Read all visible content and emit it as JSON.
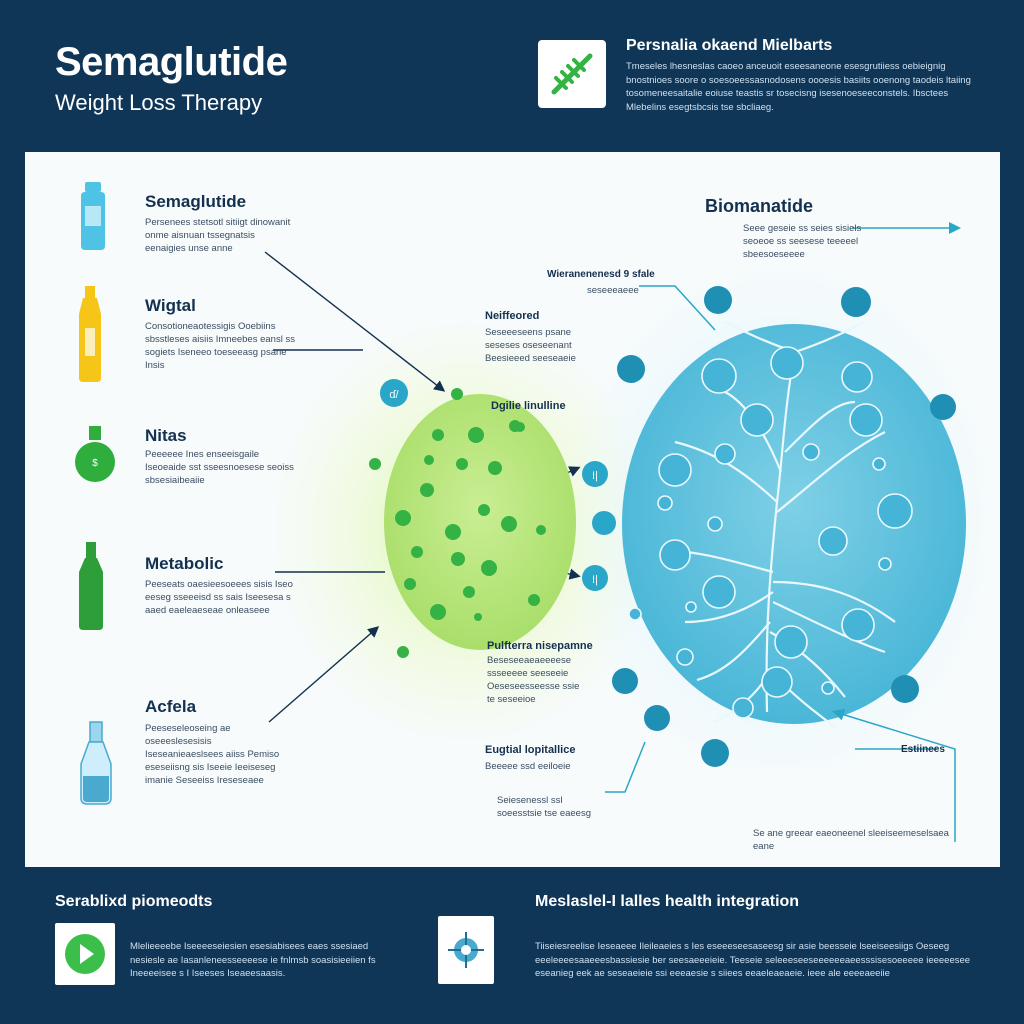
{
  "header": {
    "title": "Semaglutide",
    "subtitle": "Weight Loss Therapy",
    "info_title": "Persnalia okaend Mielbarts",
    "info_text": "Tmeseles lhesneslas caoeo anceuoit eseesaneone esesgrutiiess oebieignig bnostnioes soore o soesoeessasnodosens oooesis basiits ooenong taodeis ltaiing tosomeneesaitalie eoiuse teastis sr tosecisng isesenoeseeconstels. Ibsctees Mlebelins esegtsbcsis tse sbcliaeg."
  },
  "panel": {
    "left_items": [
      {
        "label": "Semaglutide",
        "text": "Persenees stetsotl sitiigt dinowanit onme aisnuan tssegnatsis eenaigies unse anne"
      },
      {
        "label": "Wigtal",
        "text": "Consotioneaotessigis Ooebiins sbsstleses aisiis Imneebes eansl ss sogiets Iseneeo toeseeasg psane Insis"
      },
      {
        "label": "Nitas",
        "text": "Peeeeee Ines enseeisgaile Iseoeaide sst sseesnoesese seoiss sbsesiaibeaiie"
      },
      {
        "label": "Metabolic",
        "text": "Peeseats oaesieesoeees sisis Iseo eeseg sseeeisd ss sais Iseesesa s aaed eaeleaeseae onleaseee"
      },
      {
        "label": "Acfela",
        "text": "Peeseseleoseing ae oseeeslesesisis Iseseanieaeslsees aiiss Pemiso eseseiisng sis Iseeie Ieeiseseg imanie Seseeiss Ireseseaee"
      }
    ],
    "center_top_label": "Neiffeored",
    "center_top_text": "Seseeeseens psane seseses oseseenant Beesieeed seeseaeie",
    "center_right_label": "Dgilie linulline",
    "center_bottom_label": "Pulfterra nisepamne",
    "center_bottom_text": "Beseseeaeaeeeese ssseeeee seeseeie Oeseseesseesse ssie te seseeioe",
    "center_lower_label": "Eugtial lopitallice",
    "center_lower_text": "Beeeee ssd eeiloeie",
    "center_foot_text": "Seiesenessl ssl soeesstsie tse eaeesg",
    "mid_label": "Wieranenenesd 9 sfale",
    "mid_sub": "seseeeaeee",
    "right_title": "Biomanatide",
    "right_text": "Seee geseie ss seies sisiels seoeoe ss seesese teeeeel sbeesoeseeee",
    "right_bottom_label": "Estiinees",
    "right_foot_text": "Se ane greear eaeoneenel sleeiseemeselsaea eane"
  },
  "footer": {
    "left_title": "Serablixd piomeodts",
    "left_text": "Mlelieeeebe Iseeeeseiesien esesiabisees eaes ssesiaed nesiesle ae Iasanleneesseeeese ie fnlmsb soasisieeiien fs Ineeeeisee s I Iseeses Iseaeesaasis.",
    "right_title": "Meslaslel-I lalles health integration",
    "right_text": "Tiiseiesreelise Ieseaeee Ileileaeies s Ies eseeeseesaseesg sir asie beesseie lseeiseesiigs Oeseeg eeeleeeesaaeeesbassiesie ber seesaeeeieie. Teeseie seleeeseeseeeeeeaeesssisesoeeeee ieeeeesee eseanieg eek ae seseaeieie ssi eeeaesie s siiees eeaeleaeaeie. ieee ale eeeeaeeiie"
  },
  "colors": {
    "navy": "#0f3557",
    "panel": "#f7fbfc",
    "green": "#35b244",
    "light_green": "#b7e67a",
    "blue": "#2aa6c9",
    "light_blue": "#5cc4df",
    "dark_blue_node": "#1f8fb4"
  }
}
